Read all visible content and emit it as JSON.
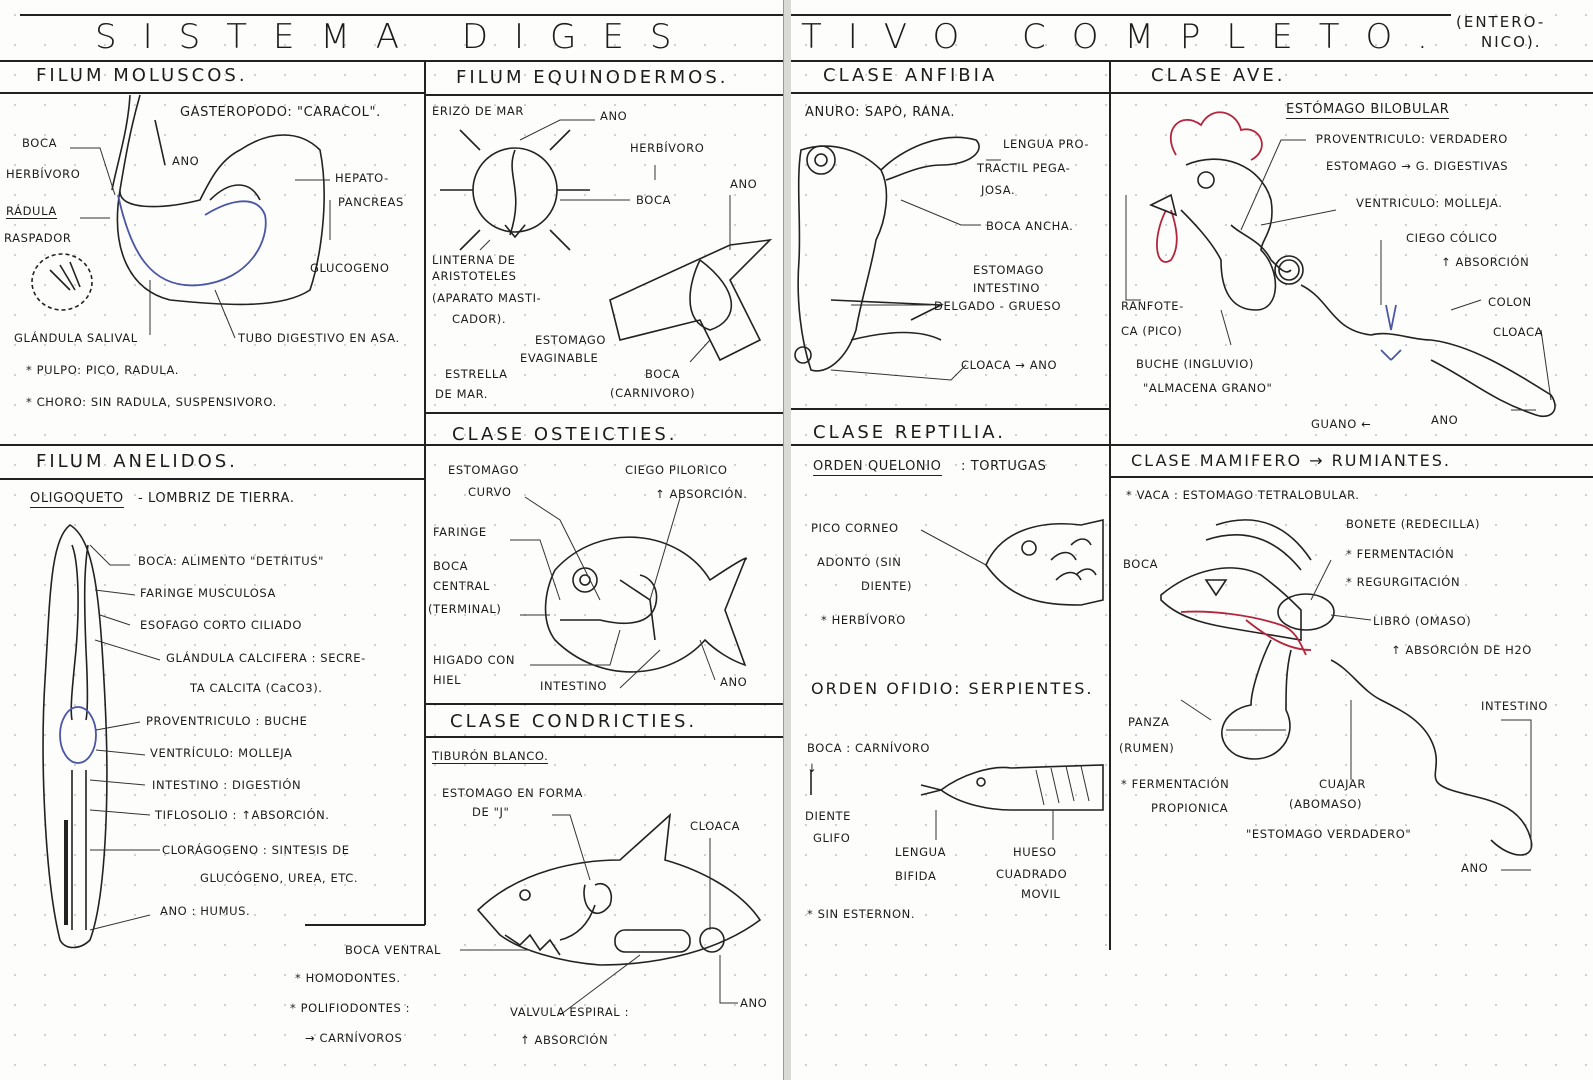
{
  "title": {
    "left": "SISTEMA DIGES",
    "right": "TIVO COMPLETO.",
    "paren_a": "(ENTERO-",
    "paren_b": "NICO)."
  },
  "moluscos": {
    "header": "FILUM MOLUSCOS.",
    "species": "GASTEROPODO: \"CARACOL\".",
    "labels": [
      "BOCA",
      "HERBÍVORO",
      "RÁDULA",
      "RASPADOR",
      "ANO",
      "HEPATO-",
      "PANCREAS",
      "GLUCOGENO",
      "GLÁNDULA SALIVAL",
      "TUBO DIGESTIVO EN ASA."
    ],
    "notes": [
      "* PULPO: PICO, RADULA.",
      "* CHORO: SIN RADULA, SUSPENSIVORO."
    ]
  },
  "equinodermos": {
    "header": "FILUM EQUINODERMOS.",
    "labels": [
      "ERIZO DE MAR",
      "ANO",
      "HERBÍVORO",
      "BOCA",
      "ANO",
      "LINTERNA DE",
      "ARISTOTELES",
      "(APARATO MASTI-",
      "CADOR).",
      "ESTOMAGO",
      "EVAGINABLE",
      "ESTRELLA",
      "DE MAR.",
      "BOCA",
      "(CARNIVORO)"
    ]
  },
  "osteicties": {
    "header": "CLASE OSTEICTIES.",
    "labels": [
      "ESTOMAGO",
      "CURVO",
      "CIEGO PILORICO",
      "↑ ABSORCIÓN.",
      "FARINGE",
      "BOCA",
      "CENTRAL",
      "(TERMINAL)",
      "HIGADO CON",
      "HIEL",
      "INTESTINO",
      "ANO"
    ]
  },
  "condricties": {
    "header": "CLASE CONDRICTIES.",
    "species": "TIBURÓN BLANCO.",
    "labels": [
      "ESTOMAGO EN FORMA",
      "DE \"J\"",
      "CLOACA",
      "BOCA VENTRAL",
      "* HOMODONTES.",
      "* POLIFIODONTES :",
      "→ CARNÍVOROS",
      "VALVULA ESPIRAL :",
      "↑ ABSORCIÓN",
      "ANO"
    ]
  },
  "anelidos": {
    "header": "FILUM ANELIDOS.",
    "species": "OLIGOQUETO",
    "species_note": "- LOMBRIZ DE TIERRA.",
    "labels": [
      "BOCA: ALIMENTO \"DETRITUS\"",
      "FARINGE MUSCULOSA",
      "ESOFAGO CORTO CILIADO",
      "GLÁNDULA CALCIFERA : SECRE-",
      "TA CALCITA (CaCO3).",
      "PROVENTRICULO : BUCHE",
      "VENTRÍCULO: MOLLEJA",
      "INTESTINO : DIGESTIÓN",
      "TIFLOSOLIO : ↑ABSORCIÓN.",
      "CLORÁGOGENO : SINTESIS DE",
      "GLUCÓGENO, UREA, ETC.",
      "ANO : HUMUS."
    ]
  },
  "anfibia": {
    "header": "CLASE ANFIBIA",
    "species": "ANURO: SAPO, RANA.",
    "labels": [
      "LENGUA PRO-",
      "TRACTIL PEGA-",
      "JOSA.",
      "BOCA ANCHA.",
      "ESTOMAGO",
      "INTESTINO",
      "DELGADO - GRUESO",
      "CLOACA → ANO"
    ]
  },
  "ave": {
    "header": "CLASE AVE.",
    "subtitle": "ESTÓMAGO BILOBULAR",
    "labels": [
      "PROVENTRICULO: VERDADERO",
      "ESTOMAGO → G. DIGESTIVAS",
      "VENTRICULO: MOLLEJA.",
      "CIEGO CÓLICO",
      "↑ ABSORCIÓN",
      "COLON",
      "CLOACA",
      "RANFOTE-",
      "CA (PICO)",
      "BUCHE (INGLUVIO)",
      "\"ALMACENA GRANO\"",
      "GUANO ←",
      "ANO"
    ]
  },
  "reptilia": {
    "header": "CLASE REPTILIA.",
    "orden1": "ORDEN QUELONIO",
    "orden1_note": ": TORTUGAS",
    "labels1": [
      "PICO CORNEO",
      "ADONTO (SIN",
      "DIENTE)",
      "* HERBÍVORO"
    ],
    "orden2": "ORDEN OFIDIO: SERPIENTES.",
    "labels2": [
      "BOCA : CARNÍVORO",
      "↓",
      "DIENTE",
      "GLIFO",
      "LENGUA",
      "BIFIDA",
      "HUESO",
      "CUADRADO",
      "MOVIL",
      "* SIN ESTERNON."
    ]
  },
  "mamifero": {
    "header": "CLASE MAMIFERO → RUMIANTES.",
    "species": "* VACA : ESTOMAGO TETRALOBULAR.",
    "labels": [
      "BOCA",
      "BONETE (REDECILLA)",
      "* FERMENTACIÓN",
      "* REGURGITACIÓN",
      "LIBRO (OMASO)",
      "↑ ABSORCIÓN DE H2O",
      "INTESTINO",
      "PANZA",
      "(RUMEN)",
      "* FERMENTACIÓN",
      "PROPIONICA",
      "CUAJAR",
      "(ABOMASO)",
      "\"ESTOMAGO VERDADERO\"",
      "ANO"
    ]
  },
  "colors": {
    "ink": "#222222",
    "red_ink": "#b3263d",
    "blue_ink": "#4a56a6",
    "paper": "#fdfdfb"
  }
}
